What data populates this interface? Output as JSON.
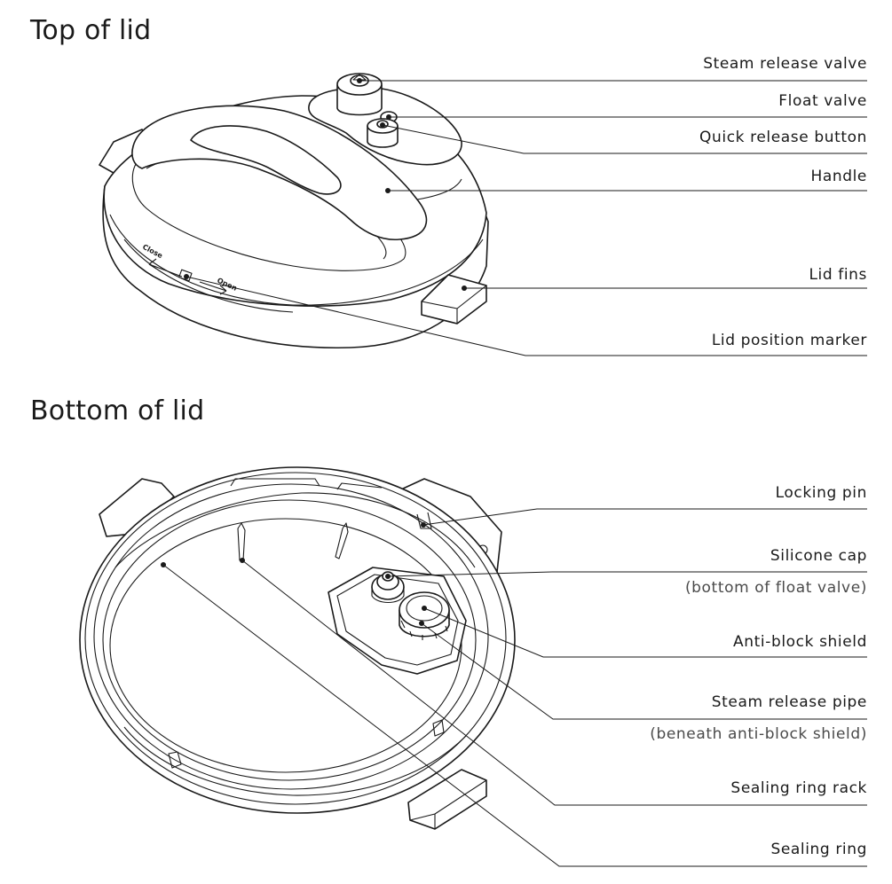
{
  "sections": {
    "top_title": "Top of lid",
    "bottom_title": "Bottom of lid"
  },
  "top_labels": {
    "steam_release_valve": "Steam release valve",
    "float_valve": "Float valve",
    "quick_release_button": "Quick release button",
    "handle": "Handle",
    "lid_fins": "Lid fins",
    "lid_position_marker": "Lid position marker"
  },
  "lid_markings": {
    "close": "Close",
    "open": "Open"
  },
  "bottom_labels": {
    "locking_pin": "Locking pin",
    "silicone_cap": "Silicone cap",
    "silicone_cap_note": "(bottom of float valve)",
    "anti_block_shield": "Anti-block shield",
    "steam_release_pipe": "Steam release pipe",
    "steam_release_pipe_note": "(beneath anti-block shield)",
    "sealing_ring_rack": "Sealing ring rack",
    "sealing_ring": "Sealing ring"
  }
}
